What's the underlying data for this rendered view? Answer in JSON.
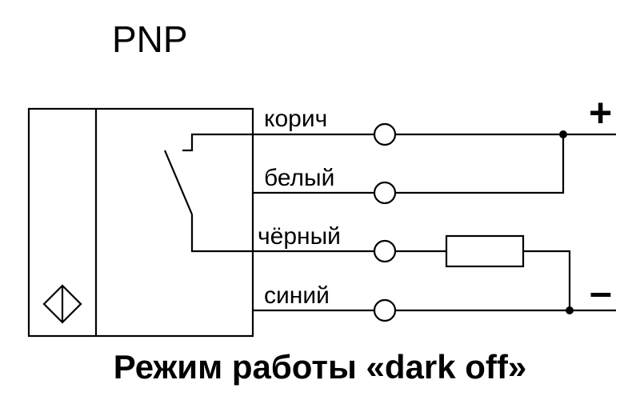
{
  "title": "PNP",
  "wires": [
    {
      "label": "корич"
    },
    {
      "label": "белый"
    },
    {
      "label": "чёрный"
    },
    {
      "label": "синий"
    }
  ],
  "supply": {
    "plus": "+",
    "minus": "–"
  },
  "caption": "Режим работы «dark off»",
  "icons": {
    "sensor": "optical-sensor-symbol-icon",
    "switch": "switch-contact-icon",
    "load": "resistor-icon"
  }
}
